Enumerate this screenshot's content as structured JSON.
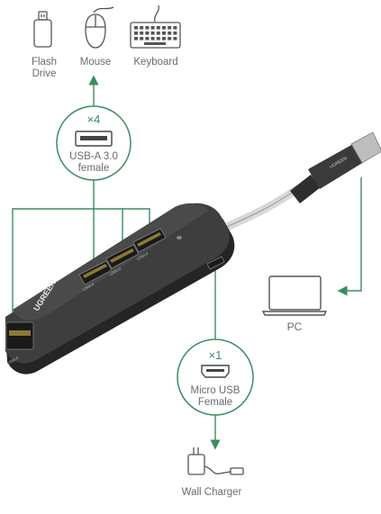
{
  "colors": {
    "accent": "#3d8c5e",
    "device": "#3a3a3a",
    "outline": "#555555",
    "label": "#6c6c6c"
  },
  "peripherals": [
    {
      "name": "flash-drive",
      "icon": "flash-drive-icon",
      "label_line1": "Flash",
      "label_line2": "Drive"
    },
    {
      "name": "mouse",
      "icon": "mouse-icon",
      "label": "Mouse"
    },
    {
      "name": "keyboard",
      "icon": "keyboard-icon",
      "label": "Keyboard"
    }
  ],
  "usb_a_callout": {
    "count": "×4",
    "label_line1": "USB-A 3.0",
    "label_line2": "female"
  },
  "micro_usb_callout": {
    "count": "×1",
    "label_line1": "Micro USB",
    "label_line2": "Female"
  },
  "pc": {
    "label": "PC"
  },
  "charger": {
    "label": "Wall Charger"
  },
  "hub": {
    "brand": "UGREEN",
    "connector_brand": "UGREEN",
    "port_labels": [
      "USB3.0",
      "USB3.0",
      "USB3.0",
      "USB3.0"
    ]
  }
}
